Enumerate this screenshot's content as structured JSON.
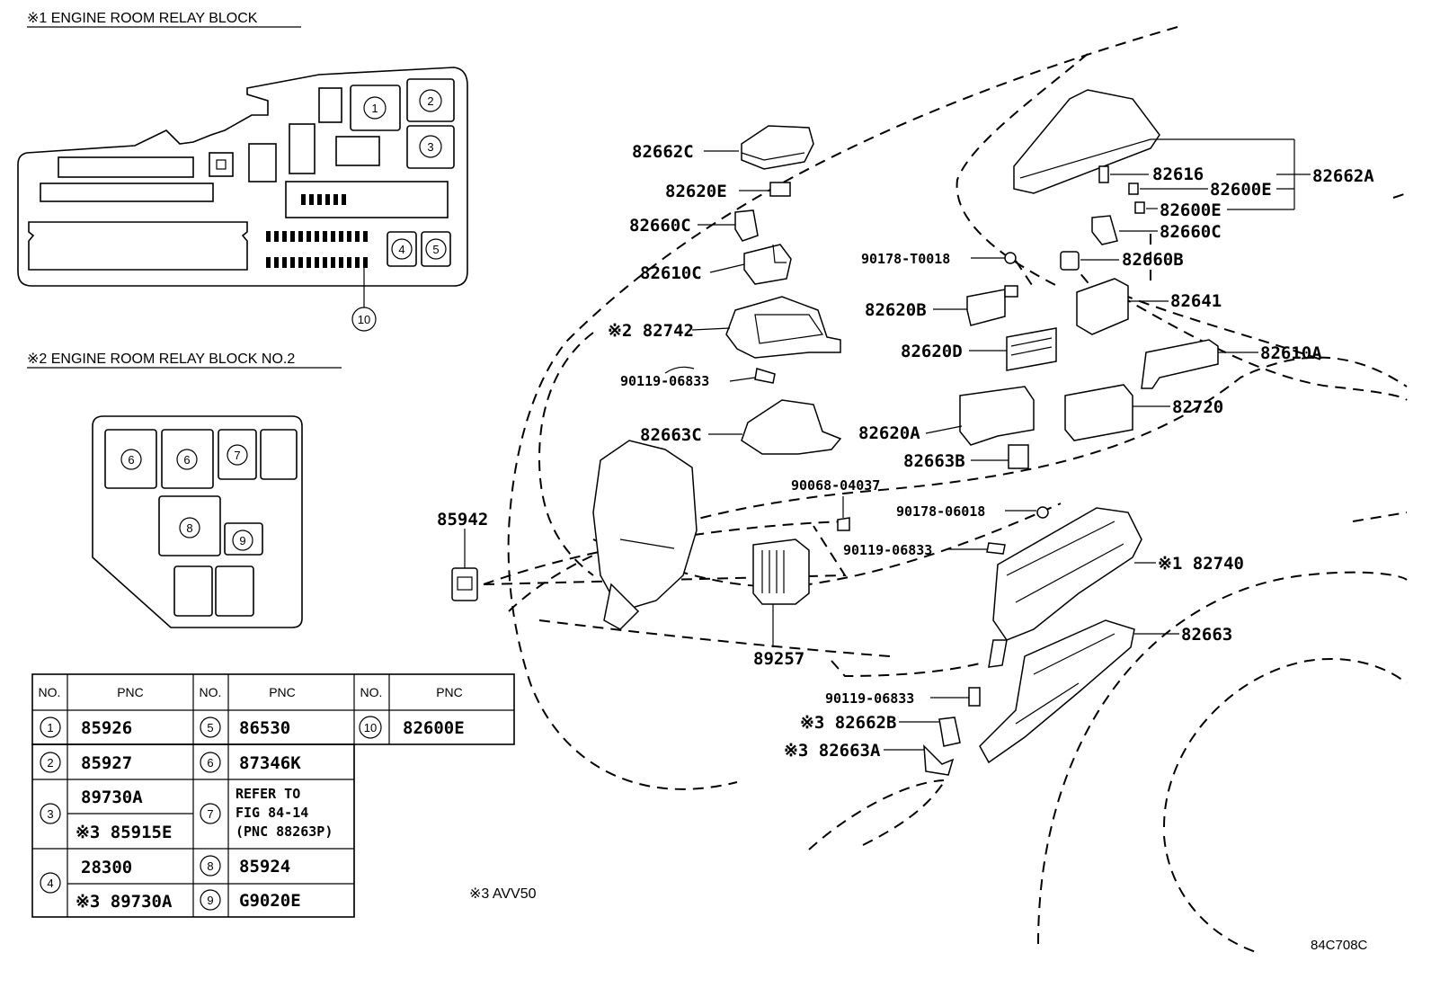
{
  "titles": {
    "relay_block_1": "※1 ENGINE ROOM RELAY BLOCK",
    "relay_block_2": "※2 ENGINE ROOM RELAY BLOCK NO.2"
  },
  "block1_markers": [
    "1",
    "2",
    "3",
    "4",
    "5",
    "10"
  ],
  "block2_markers": [
    "6",
    "6",
    "7",
    "8",
    "9"
  ],
  "labels": {
    "p82662C": "82662C",
    "p82620E": "82620E",
    "p82660C_left": "82660C",
    "p82610C": "82610C",
    "p82742": "※2 82742",
    "p90119_a": "90119-06833",
    "p82663C": "82663C",
    "p85942": "85942",
    "p89257": "89257",
    "p90068": "90068-04037",
    "p82616": "82616",
    "p82600E_a": "82600E",
    "p82600E_b": "82600E",
    "p82662A": "82662A",
    "p82660C_right": "82660C",
    "p90178_T": "90178-T0018",
    "p82660B": "82660B",
    "p82620B": "82620B",
    "p82641": "82641",
    "p82620D": "82620D",
    "p82610A": "82610A",
    "p82720": "82720",
    "p82620A": "82620A",
    "p82663B": "82663B",
    "p90178_06": "90178-06018",
    "p90119_b": "90119-06833",
    "p82740": "※1 82740",
    "p82663": "82663",
    "p90119_c": "90119-06833",
    "p82662B": "※3 82662B",
    "p82663A": "※3 82663A"
  },
  "table": {
    "headers": [
      "NO.",
      "PNC",
      "NO.",
      "PNC",
      "NO.",
      "PNC"
    ],
    "rows": [
      {
        "no": "1",
        "pnc": [
          "85926"
        ]
      },
      {
        "no": "2",
        "pnc": [
          "85927"
        ]
      },
      {
        "no": "3",
        "pnc": [
          "89730A",
          "※3 85915E"
        ]
      },
      {
        "no": "4",
        "pnc": [
          "28300",
          "※3 89730A"
        ]
      },
      {
        "no": "5",
        "pnc": [
          "86530"
        ]
      },
      {
        "no": "6",
        "pnc": [
          "87346K"
        ]
      },
      {
        "no": "7",
        "pnc": [
          "REFER TO",
          "FIG 84-14",
          "(PNC 88263P)"
        ]
      },
      {
        "no": "8",
        "pnc": [
          "85924"
        ]
      },
      {
        "no": "9",
        "pnc": [
          "G9020E"
        ]
      },
      {
        "no": "10",
        "pnc": [
          "82600E"
        ]
      }
    ]
  },
  "note": "※3 AVV50",
  "figure_code": "84C708C"
}
